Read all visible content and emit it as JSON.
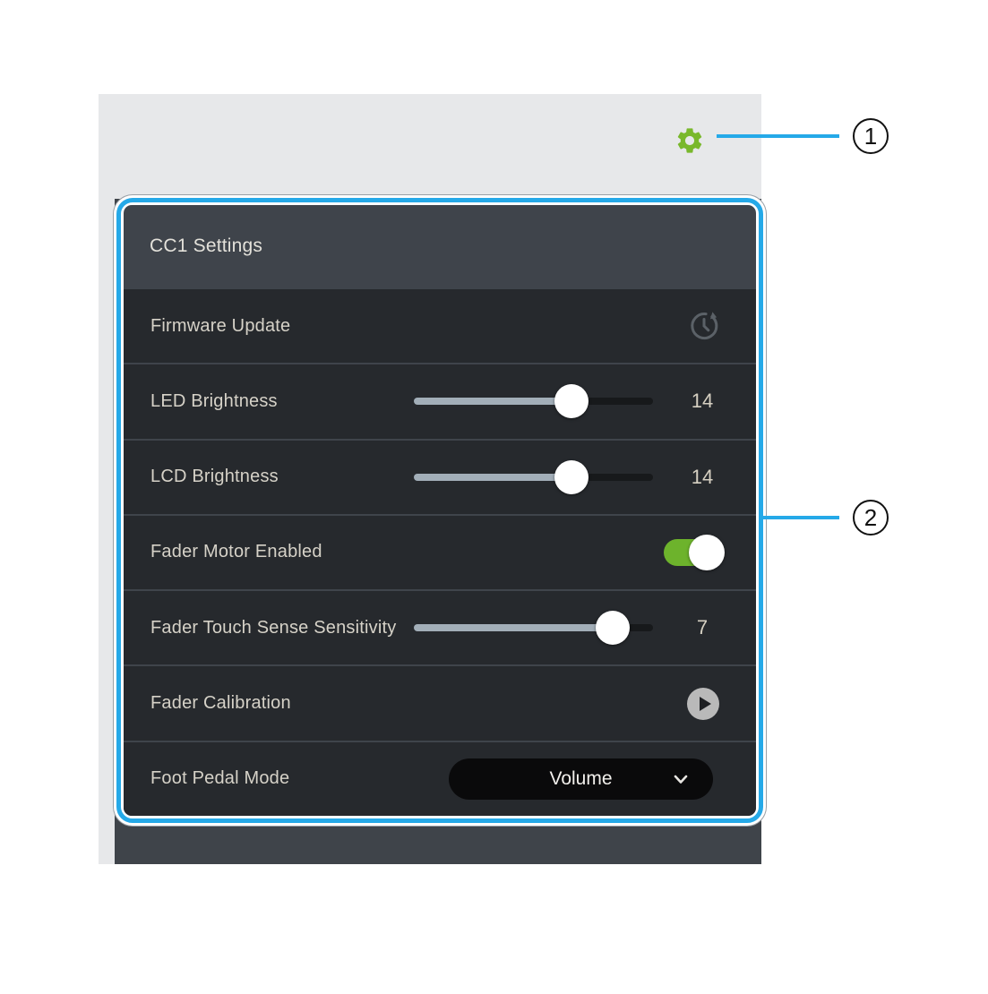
{
  "callouts": {
    "one": {
      "number": "1"
    },
    "two": {
      "number": "2"
    }
  },
  "colors": {
    "callout_blue": "#25a9e8",
    "gear_green": "#79b82c",
    "toggle_green": "#6db32c",
    "panel_background": "#3f444b",
    "row_background": "#26292d",
    "app_background": "#e7e8ea"
  },
  "app": {
    "toolbar": {
      "settings_icon": "gear-icon"
    },
    "panel": {
      "title": "CC1 Settings",
      "rows": {
        "firmware": {
          "label": "Firmware Update",
          "icon": "firmware-update-history-icon"
        },
        "led": {
          "label": "LED Brightness",
          "value": "14",
          "fraction": "66"
        },
        "lcd": {
          "label": "LCD Brightness",
          "value": "14",
          "fraction": "66"
        },
        "fader_motor": {
          "label": "Fader Motor Enabled",
          "state": "on"
        },
        "touch_sense": {
          "label": "Fader Touch Sense Sensitivity",
          "value": "7",
          "fraction": "83"
        },
        "calibration": {
          "label": "Fader Calibration",
          "icon": "play-icon"
        },
        "foot_pedal": {
          "label": "Foot Pedal Mode",
          "value": "Volume",
          "icon": "chevron-down-icon"
        }
      }
    }
  }
}
